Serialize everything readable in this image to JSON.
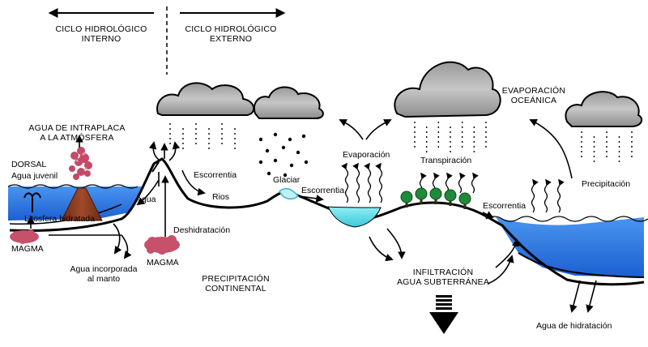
{
  "labels": {
    "ciclo_interno": [
      "CICLO HIDROLÓGICO",
      "INTERNO"
    ],
    "ciclo_externo": [
      "CICLO HIDROLÓGICO",
      "EXTERNO"
    ],
    "agua_intraplaca": [
      "AGUA DE INTRAPLACA",
      "A LA ATMÓSFERA"
    ],
    "dorsal": "DORSAL",
    "agua_juvenil": "Agua juvenil",
    "litosfera": "Litosfera hidratada",
    "magma_left": "MAGMA",
    "magma_mid": "MAGMA",
    "agua": "Agua",
    "deshidratacion": "Deshidratación",
    "agua_manto": [
      "Agua incorporada",
      "al manto"
    ],
    "escorrentia_mountain": "Escorrentia",
    "rios": "Rios",
    "glaciar": "Glaciar",
    "escorrentia_glacier": "Escorrentia",
    "evaporacion": "Evaporación",
    "transpiracion": "Transpiración",
    "escorrentia_coast": "Escorrentia",
    "evaporacion_oceanica": [
      "EVAPORACIÓN",
      "OCEÁNICA"
    ],
    "precipitacion": "Precipitación",
    "precipitacion_continental": [
      "PRECIPITACIÓN",
      "CONTINENTAL"
    ],
    "infiltracion": [
      "INFILTRACIÓN",
      "AGUA SUBTERRÁNEA"
    ],
    "agua_hidratacion": "Agua de hidratación"
  },
  "colors": {
    "ocean": "#2f7fe6",
    "lake": "#58d7e6",
    "cloud": "#b9b9b9",
    "volcano": "#8a3a22",
    "magma": "#c7506a",
    "tree": "#1f8a3a"
  },
  "icons": [
    "cloud-icon",
    "tree-icon",
    "volcano-icon",
    "magma-icon",
    "down-arrow-icon"
  ]
}
